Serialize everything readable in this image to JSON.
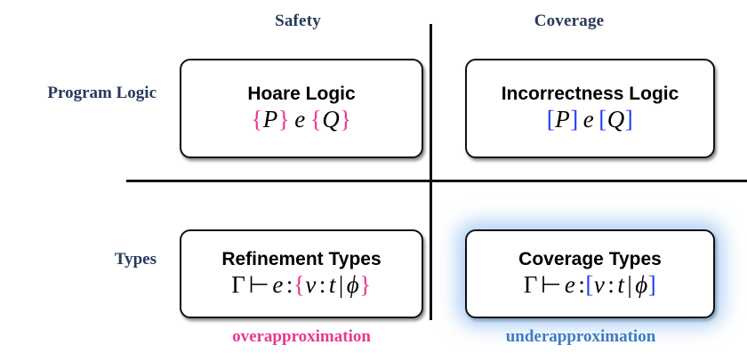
{
  "diagram": {
    "title_columns": {
      "left": "Safety",
      "right": "Coverage"
    },
    "row_labels": {
      "top": "Program Logic",
      "bottom": "Types"
    },
    "cells": {
      "hoare": {
        "title": "Hoare Logic",
        "formula_parts": {
          "open_left": "{",
          "pre": "P",
          "close_left": "}",
          "expr": "e",
          "open_right": "{",
          "post": "Q",
          "close_right": "}"
        }
      },
      "incorrectness": {
        "title": "Incorrectness Logic",
        "formula_parts": {
          "open_left": "[",
          "pre": "P",
          "close_left": "]",
          "expr": "e",
          "open_right": "[",
          "post": "Q",
          "close_right": "]"
        }
      },
      "refinement": {
        "title": "Refinement Types",
        "formula_parts": {
          "context": "Γ",
          "turnstile": "⊢",
          "expr": "e",
          "colon": ":",
          "open": "{",
          "binder": "v",
          "inner_colon": ":",
          "type": "t",
          "bar": "|",
          "refinement": "ϕ",
          "close": "}"
        }
      },
      "coverage": {
        "title": "Coverage Types",
        "highlighted": true,
        "formula_parts": {
          "context": "Γ",
          "turnstile": "⊢",
          "expr": "e",
          "colon": ":",
          "open": "[",
          "binder": "v",
          "inner_colon": ":",
          "type": "t",
          "bar": "|",
          "refinement": "ϕ",
          "close": "]"
        }
      }
    },
    "footer": {
      "left": "overapproximation",
      "right": "underapproximation"
    },
    "colors": {
      "header_navy": "#27395b",
      "pink": "#e8388f",
      "bright_blue": "#1f3df5",
      "steel_blue": "#3b7cc4",
      "line_black": "#111111",
      "glow_blue": "#6eaaeb"
    }
  }
}
